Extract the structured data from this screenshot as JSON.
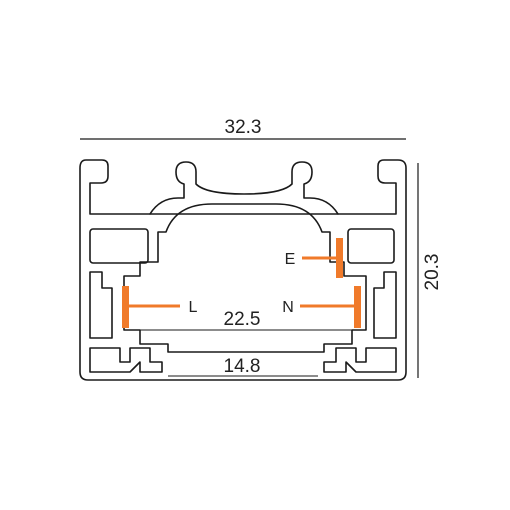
{
  "dimensions": {
    "overall_width": "32.3",
    "overall_height": "20.3",
    "inner_width": "22.5",
    "slot_width": "14.8"
  },
  "conductors": {
    "earth_label": "E",
    "live_label": "L",
    "neutral_label": "N"
  },
  "colors": {
    "conductor": "#f07a2a",
    "outline": "#1a1a1a",
    "background": "#ffffff"
  }
}
